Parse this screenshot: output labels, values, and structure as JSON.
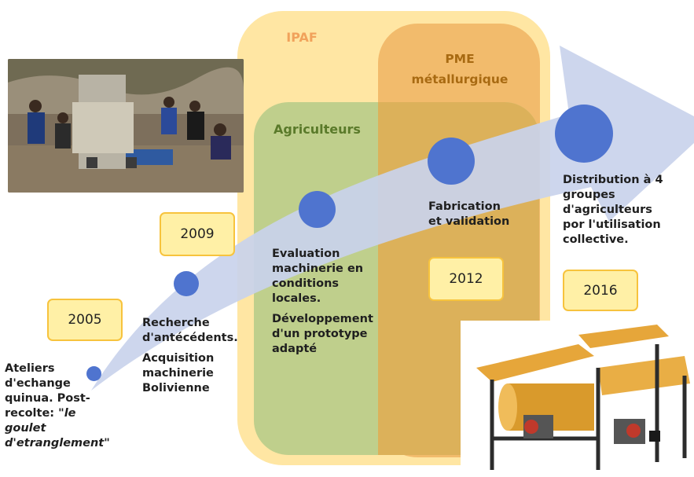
{
  "zones": {
    "ipaf": "IPAF",
    "pme_line1": "PME",
    "pme_line2": "métallurgique",
    "agriculteurs": "Agriculteurs"
  },
  "years": [
    "2005",
    "2009",
    "2012",
    "2016"
  ],
  "steps": [
    {
      "line1": "Ateliers",
      "line2": "d'echange",
      "line3": "quinua. Post-",
      "line4": "recolte:",
      "quote_a": "\"le",
      "quote_b": "goulet",
      "quote_c": "d'etranglement\""
    },
    {
      "p1_line1": "Recherche",
      "p1_line2": "d'antécédents.",
      "p2_line1": "Acquisition",
      "p2_line2": "machinerie",
      "p2_line3": "Bolivienne"
    },
    {
      "p1_line1": "Evaluation",
      "p1_line2": "machinerie en",
      "p1_line3": "conditions",
      "p1_line4": "locales.",
      "p2_line1": "Développement",
      "p2_line2": "d'un prototype",
      "p2_line3": "adapté"
    },
    {
      "line1": "Fabrication",
      "line2": "et validation"
    },
    {
      "line1": "Distribution à 4",
      "line2": "groupes",
      "line3": "d'agriculteurs",
      "line4": "por l'utilisation",
      "line5": "collective."
    }
  ],
  "colors": {
    "ipaf_zone": "#ffe6a3",
    "pme_zone": "#f2bb6c",
    "agriculteurs_zone": "#bfcf8c",
    "arrow": "#c9d2ec",
    "dot": "#4f74cf",
    "year_box_fill": "#fff0a6",
    "year_box_border": "#f7c33d"
  }
}
